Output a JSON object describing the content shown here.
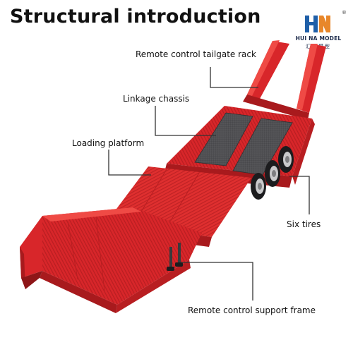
{
  "header": {
    "title": "Structural introduction"
  },
  "logo": {
    "brand": "HUI NA MODEL",
    "brand_cn": "汇纳模型",
    "registered": "®",
    "icon": "hn-monogram-icon"
  },
  "callouts": {
    "tailgate": "Remote control tailgate rack",
    "chassis": "Linkage chassis",
    "platform": "Loading platform",
    "tires": "Six tires",
    "support": "Remote control support frame"
  },
  "colors": {
    "trailer_red": "#d8262a",
    "trailer_red_dark": "#a81a1d",
    "trailer_red_light": "#ef4a45",
    "deck_gray": "#4f4f52",
    "tire_black": "#1c1c1e",
    "leader_line": "#333333",
    "logo_blue": "#1f5fa8",
    "logo_orange": "#e8872a"
  }
}
